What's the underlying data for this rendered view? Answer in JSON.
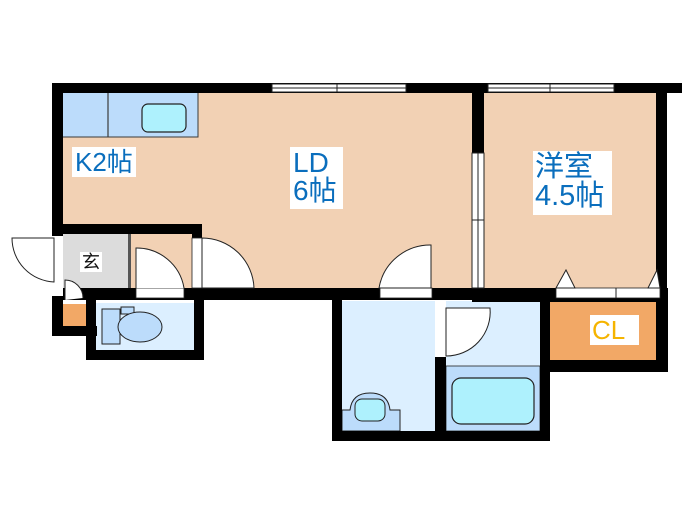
{
  "floor_plan": {
    "colors": {
      "wall": "#000000",
      "room_floor": "#f2d1b4",
      "kitchen_counter": "#bcdcfb",
      "sink": "#aef1fd",
      "wet_area": "#dcefff",
      "fixture": "#bcdcfb",
      "closet": "#f2a866",
      "entrance": "#dcdcdc",
      "label_text": "#0a6ebd",
      "closet_label_text": "#f5b400"
    },
    "rooms": {
      "kitchen": {
        "name": "K",
        "size": "2帖",
        "label": "K2帖"
      },
      "living_dining": {
        "name": "LD",
        "size": "6帖"
      },
      "western_room": {
        "name": "洋室",
        "size": "4.5帖"
      },
      "closet": {
        "name": "CL"
      },
      "entrance": {
        "name": "玄"
      },
      "toilet": {
        "name": "toilet"
      },
      "washroom": {
        "name": "washroom"
      },
      "bathroom": {
        "name": "bathroom"
      }
    }
  }
}
